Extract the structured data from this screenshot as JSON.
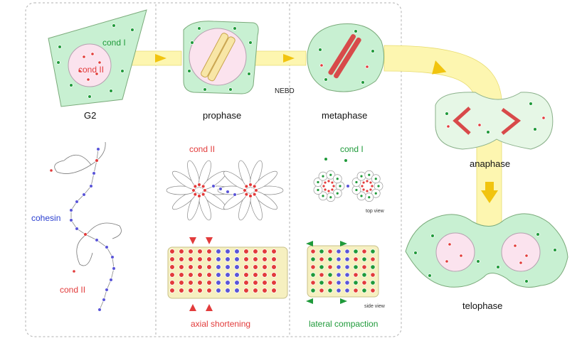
{
  "stages": {
    "g2": "G2",
    "prophase": "prophase",
    "metaphase": "metaphase",
    "anaphase": "anaphase",
    "telophase": "telophase"
  },
  "event": "NEBD",
  "labels": {
    "cond1_top": "cond I",
    "cond2_top": "cond II",
    "cohesin": "cohesin",
    "cond2_bottom": "cond II",
    "prophase_cond2": "cond II",
    "metaphase_cond1": "cond I",
    "top_view": "top view",
    "side_view": "side view",
    "axial_shortening": "axial shortening",
    "lateral_compaction": "lateral compaction"
  },
  "colors": {
    "cell_fill": "#c8f0d2",
    "nucleus_fill": "#fbe3ee",
    "condensin_I": "#1f9a3a",
    "condensin_II": "#e23b3b",
    "cohesin": "#5a55d8",
    "arrow_band": "#fdf6b0",
    "arrow_head": "#f1c40f"
  }
}
